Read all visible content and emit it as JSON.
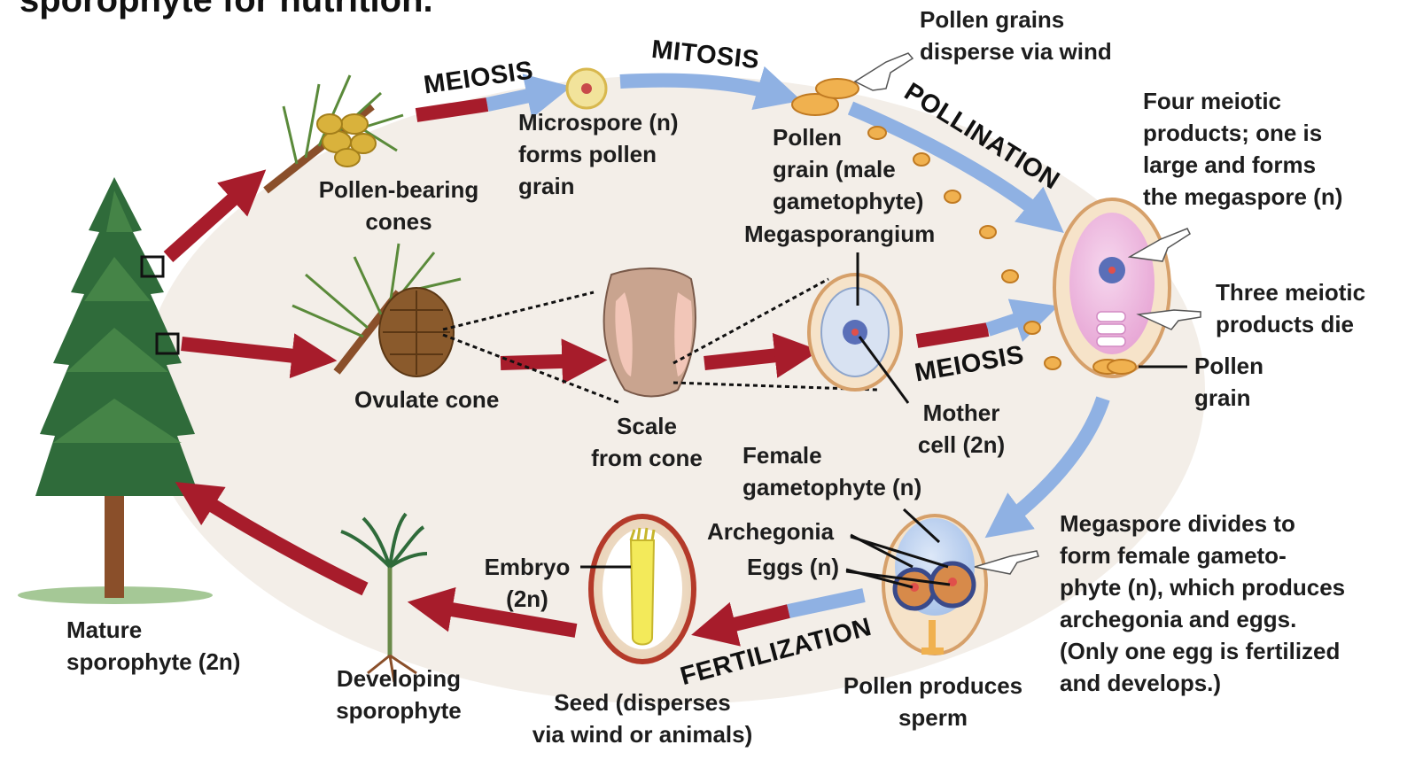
{
  "title_fragment": "sporophyte for nutrition.",
  "stages": {
    "meiosis_top": "MEIOSIS",
    "mitosis": "MITOSIS",
    "pollination": "POLLINATION",
    "meiosis_mid": "MEIOSIS",
    "fertilization": "FERTILIZATION"
  },
  "labels": {
    "pollen_disperse": [
      "Pollen grains",
      "disperse via wind"
    ],
    "pollen_bearing_cones": [
      "Pollen-bearing",
      "cones"
    ],
    "microspore": [
      "Microspore (n)",
      "forms pollen",
      "grain"
    ],
    "pollen_grain_male": [
      "Pollen",
      "grain (male",
      "gametophyte)"
    ],
    "four_meiotic": [
      "Four meiotic",
      "products; one is",
      "large and forms",
      "the megaspore (n)"
    ],
    "megasporangium": "Megasporangium",
    "three_meiotic": [
      "Three meiotic",
      "products die"
    ],
    "pollen_grain_right": [
      "Pollen",
      "grain"
    ],
    "ovulate_cone": "Ovulate cone",
    "scale_from_cone": [
      "Scale",
      "from cone"
    ],
    "mother_cell": [
      "Mother",
      "cell (2n)"
    ],
    "female_gametophyte": [
      "Female",
      "gametophyte (n)"
    ],
    "archegonia": "Archegonia",
    "eggs": "Eggs (n)",
    "embryo": [
      "Embryo",
      "(2n)"
    ],
    "megaspore_divides": [
      "Megaspore divides to",
      "form female gameto-",
      "phyte (n), which produces",
      "archegonia and eggs.",
      "(Only one egg is fertilized",
      "and develops.)"
    ],
    "mature_sporophyte": [
      "Mature",
      "sporophyte (2n)"
    ],
    "developing_sporophyte": [
      "Developing",
      "sporophyte"
    ],
    "seed": [
      "Seed (disperses",
      "via wind or animals)"
    ],
    "pollen_produces_sperm": [
      "Pollen produces",
      "sperm"
    ]
  },
  "colors": {
    "haploid_arrow": "#8fb1e3",
    "diploid_arrow": "#a71c2b",
    "background_oval": "#f3eee8"
  }
}
